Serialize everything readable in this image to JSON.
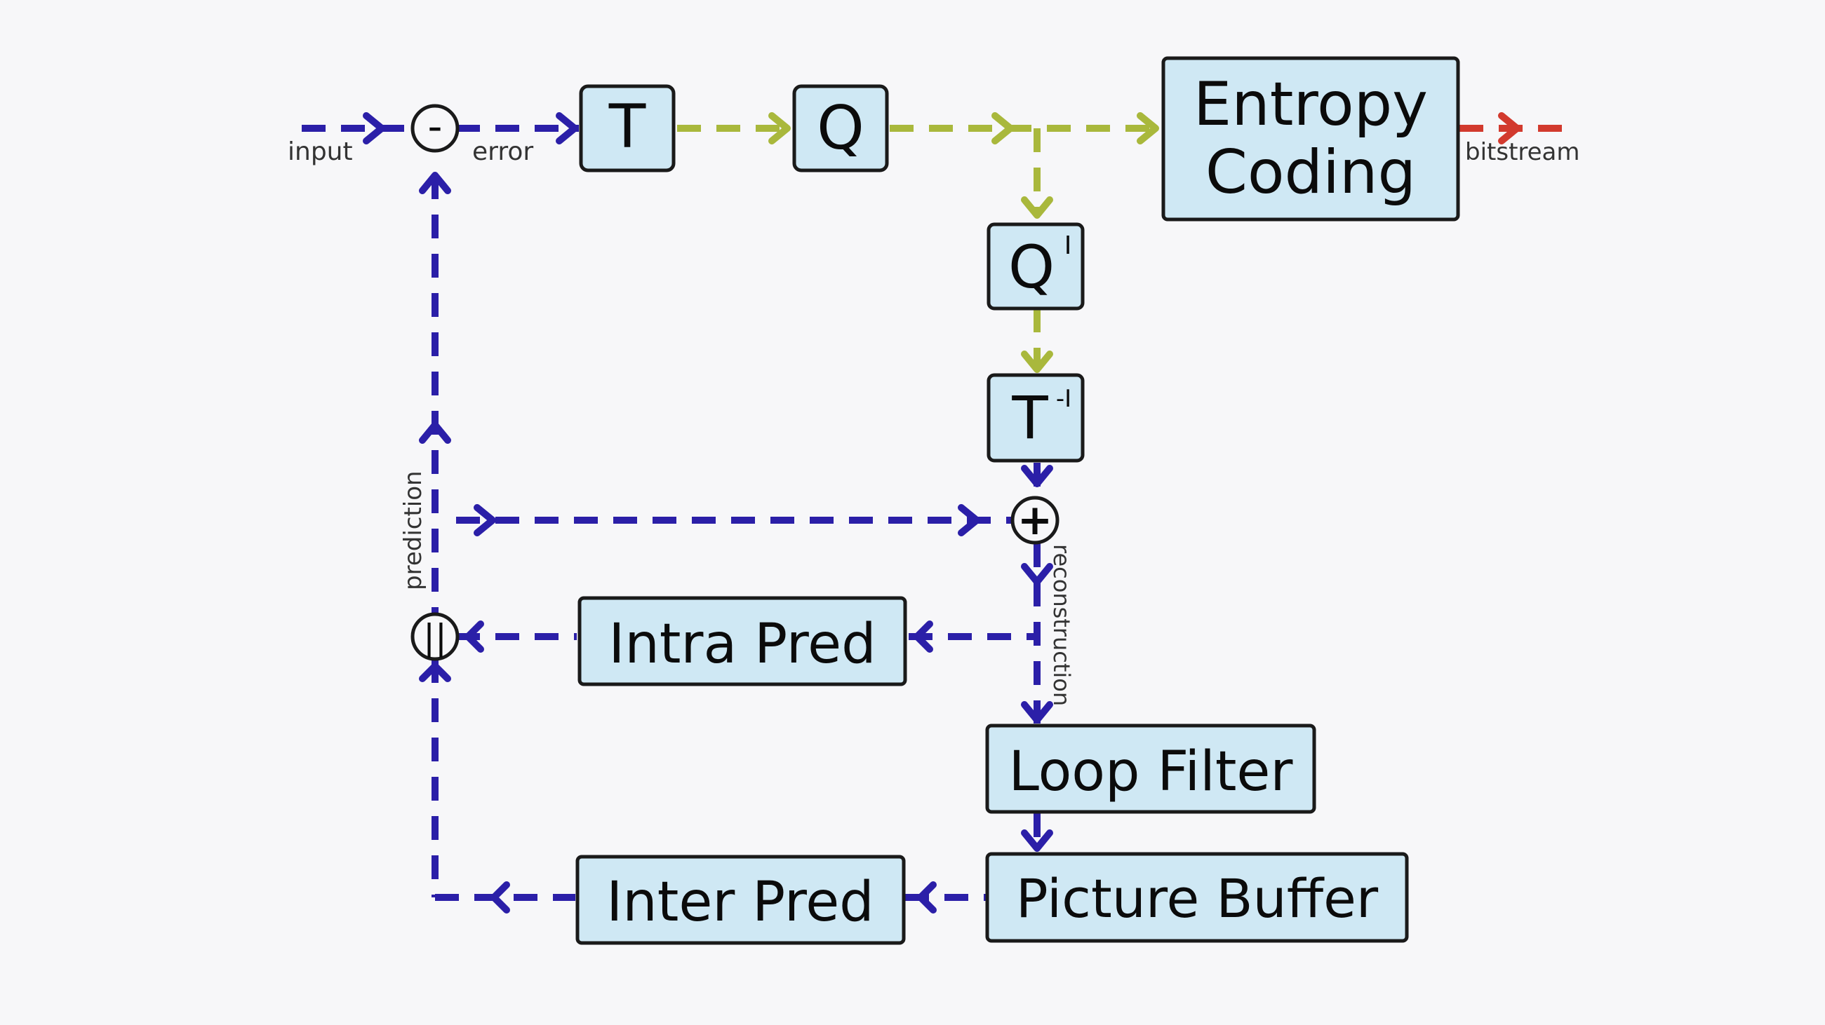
{
  "colors": {
    "background": "#f7f7f9",
    "box_fill": "#cfe8f4",
    "box_stroke": "#1a1a1a",
    "blue_path": "#2b1fa8",
    "green_path": "#a9b83c",
    "red_path": "#d23a2e"
  },
  "blocks": {
    "transform": "T",
    "quantize": "Q",
    "entropy_line1": "Entropy",
    "entropy_line2": "Coding",
    "inv_quantize": "Q",
    "inv_quantize_sup": "I",
    "inv_transform": "T",
    "inv_transform_sup": "-I",
    "intra_pred": "Intra Pred",
    "loop_filter": "Loop Filter",
    "picture_buffer": "Picture Buffer",
    "inter_pred": "Inter Pred"
  },
  "operators": {
    "subtract": "-",
    "add": "+",
    "switch": "||"
  },
  "labels": {
    "input": "input",
    "error": "error",
    "bitstream": "bitstream",
    "prediction": "prediction",
    "reconstruction": "reconstruction"
  }
}
